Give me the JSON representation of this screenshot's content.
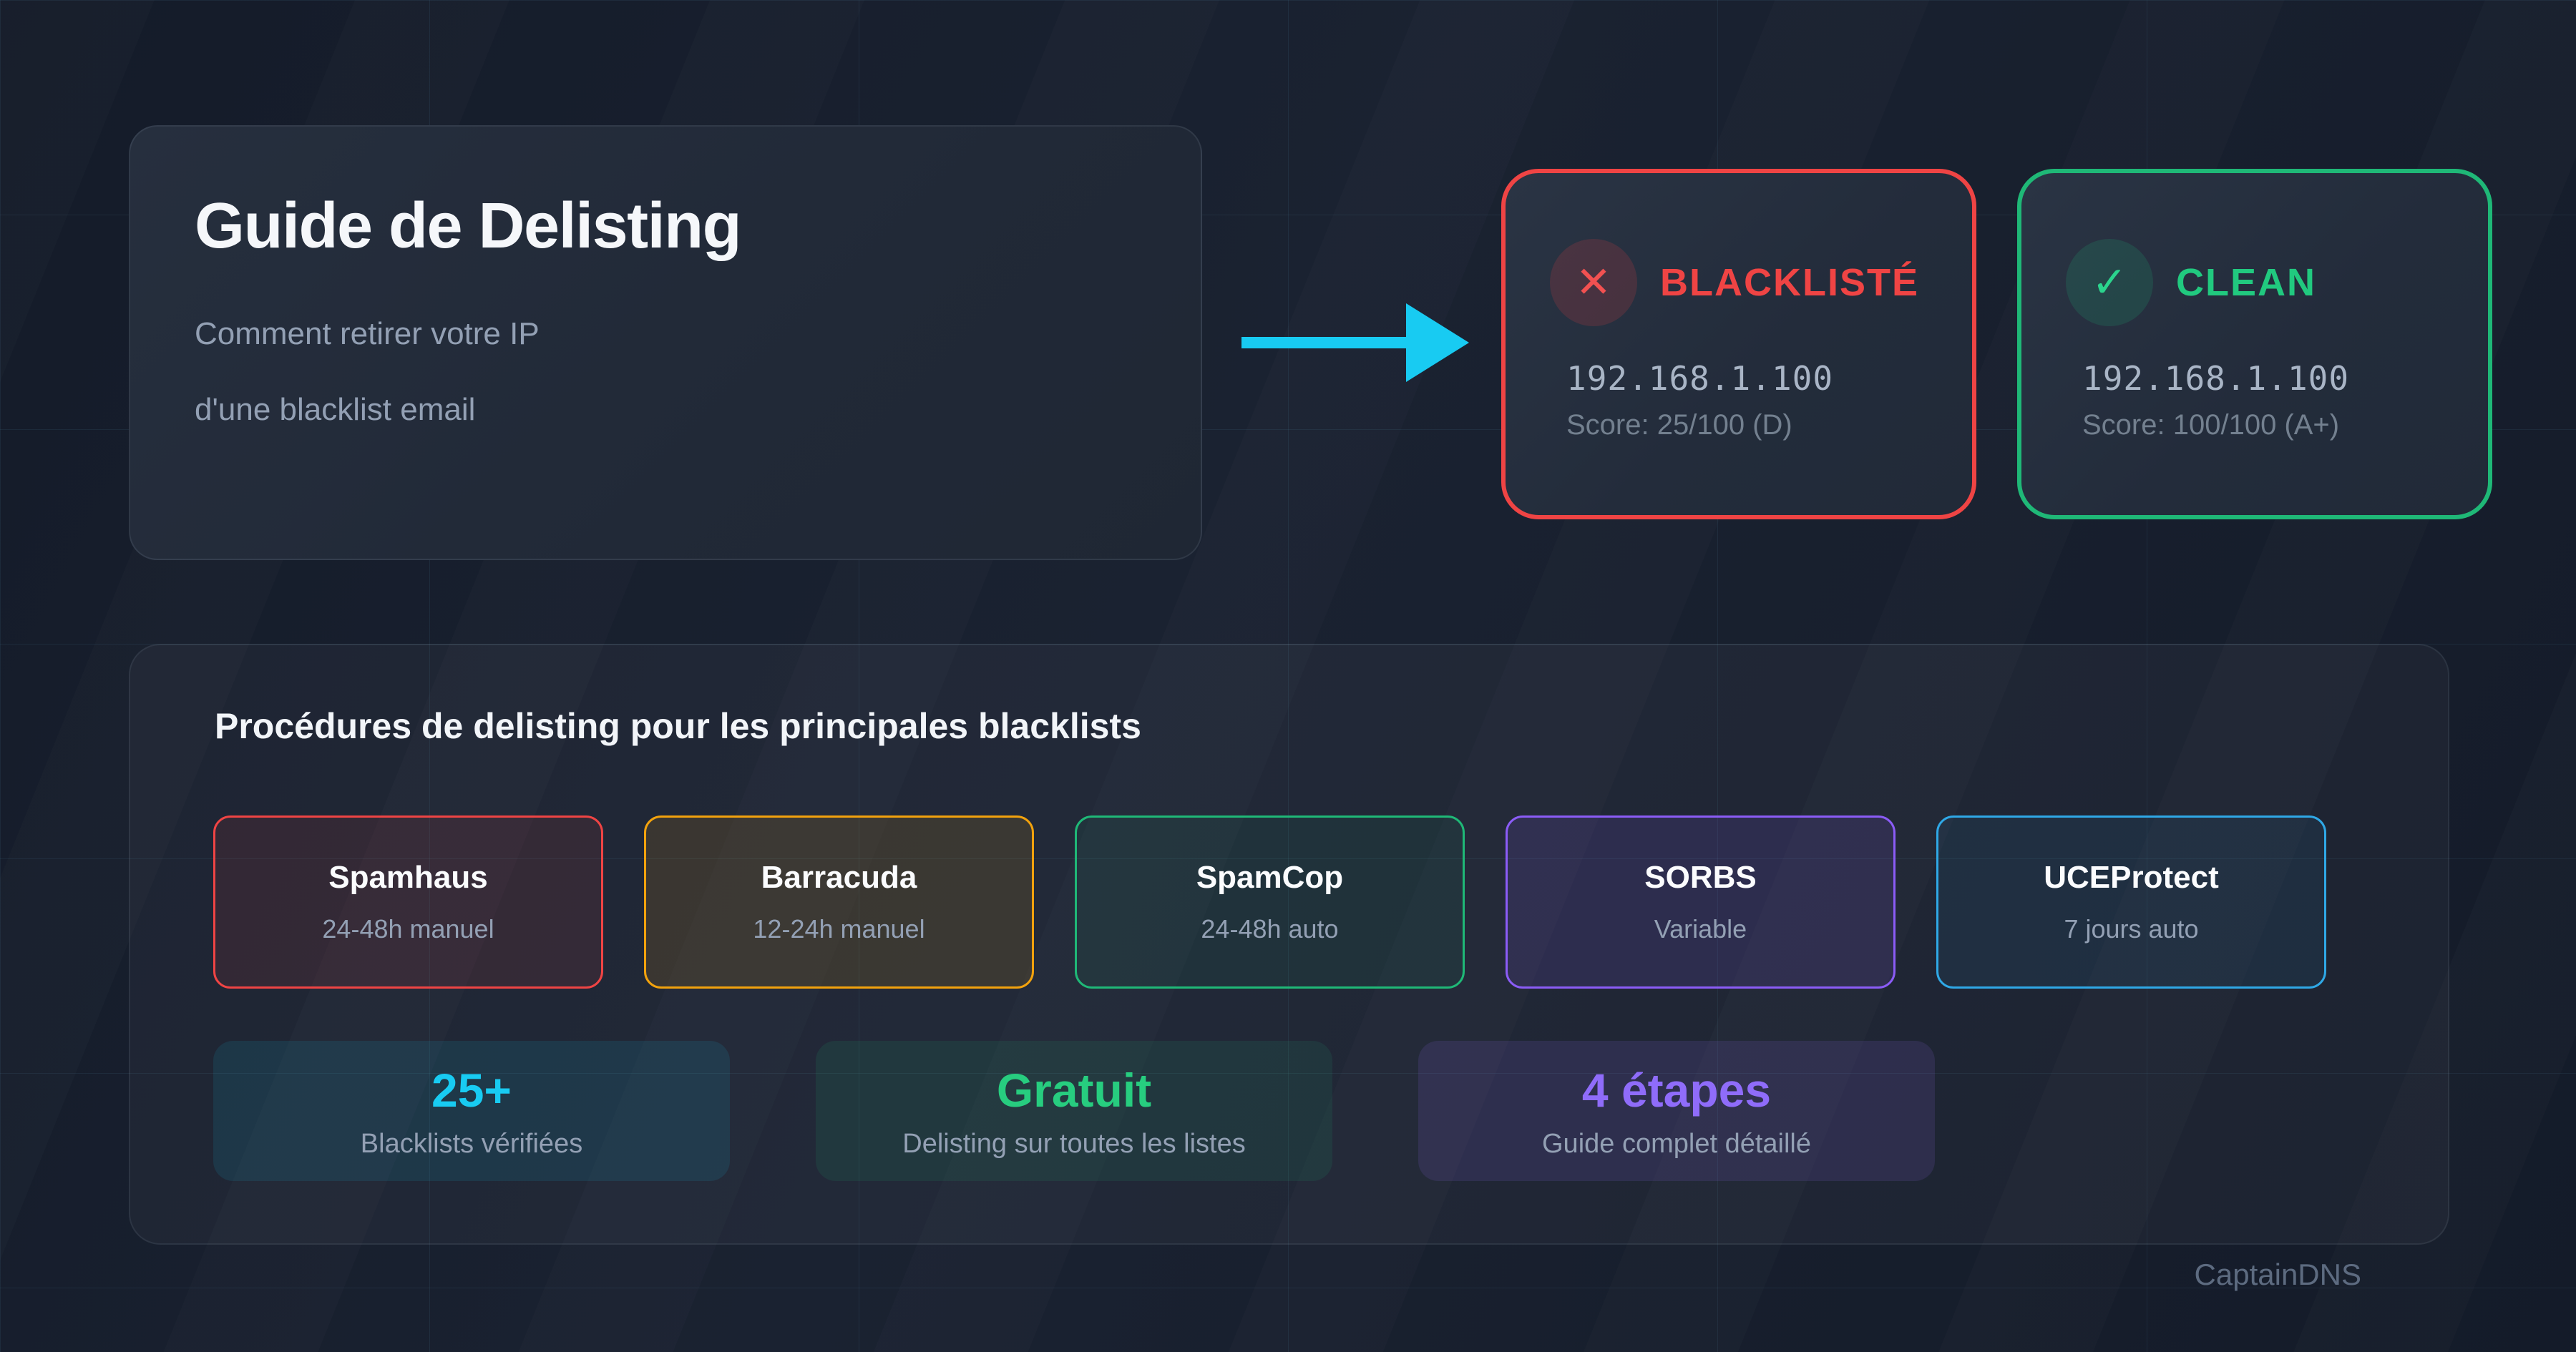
{
  "page": {
    "watermark": "CaptainDNS",
    "background_color": "#141b29",
    "grid_line_color": "#67b4d1"
  },
  "hero": {
    "title": "Guide de Delisting",
    "subtitle_line1": "Comment retirer votre IP",
    "subtitle_line2": "d'une blacklist email"
  },
  "arrow": {
    "color": "#18cbf2"
  },
  "status_cards": [
    {
      "label": "BLACKLISTÉ",
      "icon_glyph": "✕",
      "ip": "192.168.1.100",
      "score": "Score: 25/100 (D)",
      "accent": "#ef4444"
    },
    {
      "label": "CLEAN",
      "icon_glyph": "✓",
      "ip": "192.168.1.100",
      "score": "Score: 100/100 (A+)",
      "accent": "#1fb877"
    }
  ],
  "procedures": {
    "title": "Procédures de delisting pour les principales blacklists",
    "blacklists": [
      {
        "name": "Spamhaus",
        "delay": "24-48h manuel",
        "accent": "#ef4444"
      },
      {
        "name": "Barracuda",
        "delay": "12-24h manuel",
        "accent": "#f2a20d"
      },
      {
        "name": "SpamCop",
        "delay": "24-48h auto",
        "accent": "#1fb877"
      },
      {
        "name": "SORBS",
        "delay": "Variable",
        "accent": "#8b5cf6"
      },
      {
        "name": "UCEProtect",
        "delay": "7 jours auto",
        "accent": "#2fa8e6"
      }
    ],
    "stats": [
      {
        "value": "25+",
        "label": "Blacklists vérifiées",
        "accent": "#18cbf2"
      },
      {
        "value": "Gratuit",
        "label": "Delisting sur toutes les listes",
        "accent": "#27cd7f"
      },
      {
        "value": "4 étapes",
        "label": "Guide complet détaillé",
        "accent": "#8f6cfa"
      }
    ]
  }
}
